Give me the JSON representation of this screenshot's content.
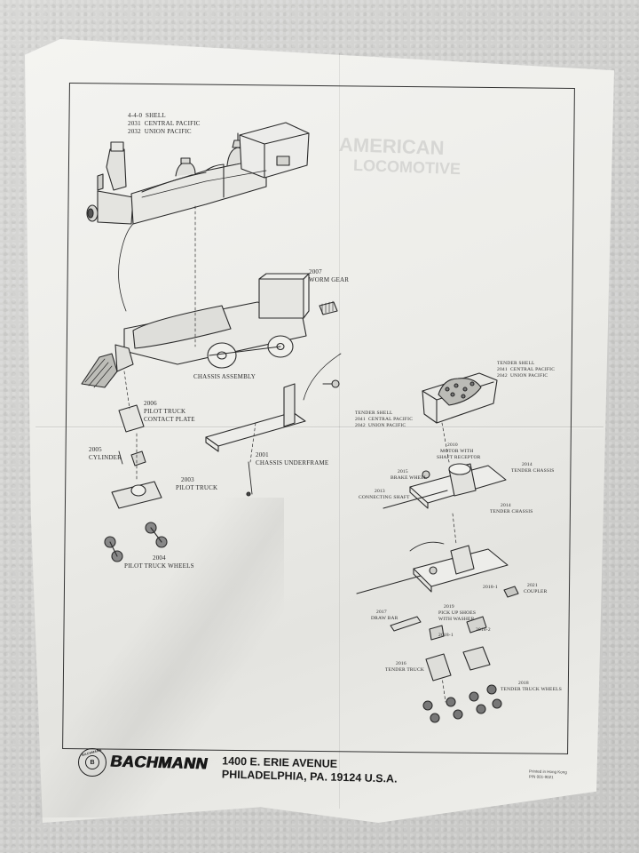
{
  "parts": {
    "shell": [
      "4-4-0  SHELL",
      "2031  CENTRAL PACIFIC",
      "2032  UNION PACIFIC"
    ],
    "worm_gear": [
      "2007",
      "WORM GEAR"
    ],
    "chassis_assembly": "CHASSIS ASSEMBLY",
    "pilot_truck_contact": [
      "2006",
      "PILOT TRUCK",
      "CONTACT PLATE"
    ],
    "cylinder": [
      "2005",
      "CYLINDER"
    ],
    "chassis_underframe": [
      "2001",
      "CHASSIS UNDERFRAME"
    ],
    "pilot_truck": [
      "2003",
      "PILOT TRUCK"
    ],
    "pilot_truck_wheels": [
      "2004",
      "PILOT TRUCK WHEELS"
    ],
    "tender_shell_right": [
      "TENDER SHELL",
      "2041  CENTRAL PACIFIC",
      "2042  UNION PACIFIC"
    ],
    "tender_shell_left": [
      "TENDER SHELL",
      "2041  CENTRAL PACIFIC",
      "2042  UNION PACIFIC"
    ],
    "motor": [
      "2010",
      "MOTOR WITH",
      "SHAFT RECEPTOR"
    ],
    "brake_wheel": [
      "2015",
      "BRAKE WHEEL"
    ],
    "connecting_shaft": [
      "2013",
      "CONNECTING SHAFT"
    ],
    "tender_chassis_a": [
      "2014",
      "TENDER CHASSIS"
    ],
    "tender_chassis_b": [
      "2014",
      "TENDER CHASSIS"
    ],
    "part_2018_1a": "2018-1",
    "coupler": [
      "2021",
      "COUPLER"
    ],
    "draw_bar": [
      "2017",
      "DRAW BAR"
    ],
    "pick_up_shoes": [
      "2019",
      "PICK UP SHOES",
      "WITH WASHER"
    ],
    "part_2018_2": "2018-2",
    "part_2018_1b": "2018-1",
    "tender_truck": [
      "2016",
      "TENDER TRUCK"
    ],
    "tender_truck_wheels": [
      "2018",
      "TENDER TRUCK WHEELS"
    ]
  },
  "footer": {
    "logo_text": "BACHMANN",
    "logo_mark": "B",
    "brand": "BACHMANN",
    "address_1": "1400 E. ERIE AVENUE",
    "address_2": "PHILADELPHIA, PA. 19124 U.S.A.",
    "printed": [
      "Printed in Hong Kong",
      "P/N 001-9021"
    ]
  },
  "colors": {
    "paper": "#efefeb",
    "ink": "#2b2b2b",
    "background": "#cfcfcd"
  }
}
